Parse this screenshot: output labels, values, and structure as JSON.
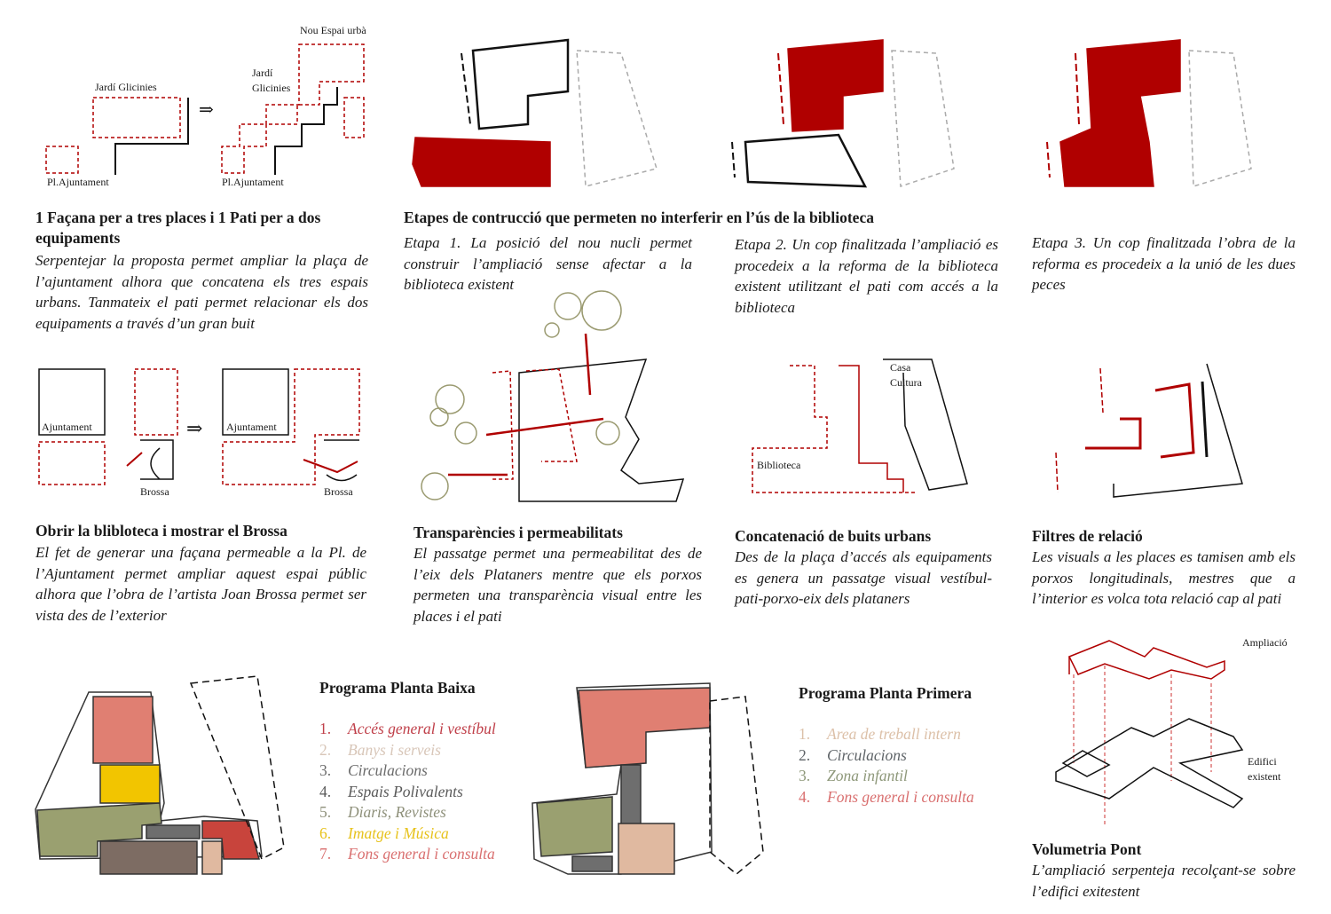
{
  "labels": {
    "nou_espai": "Nou Espai urbà",
    "jardi_a": "Jardí Glicinies",
    "jardi_b1": "Jardí",
    "jardi_b2": "Glicinies",
    "pl_ajuntament": "Pl.Ajuntament",
    "ajuntament": "Ajuntament",
    "brossa": "Brossa",
    "casa1": "Casa",
    "casa2": "Cultura",
    "biblioteca": "Biblioteca",
    "ampliacio": "Ampliació",
    "edifici1": "Edifici",
    "edifici2": "existent",
    "arrow": "⇒"
  },
  "sections": {
    "facana": {
      "title": "1 Façana per a tres places i 1 Pati per a dos equipaments",
      "body": "Serpentejar la proposta permet ampliar la plaça de l’ajuntament alhora que concatena els tres espais urbans. Tanmateix el pati permet relacionar els dos equipaments a través d’un gran buit"
    },
    "etapes": {
      "title": "Etapes de contrucció que permeten no interferir en l’ús de la biblioteca",
      "etapa1": "Etapa 1. La posició del nou nucli permet construir l’ampliació sense afectar a la biblioteca existent",
      "etapa2": "Etapa 2. Un cop finalitzada l’ampliació es procedeix a la reforma de la biblioteca existent utilitzant el pati com accés a la biblioteca",
      "etapa3": "Etapa 3. Un cop finalitzada l’obra de la reforma es procedeix a la unió de les dues peces"
    },
    "obrir": {
      "title": "Obrir la blibloteca i mostrar el Brossa",
      "body": "El fet de generar una façana permeable a la Pl. de l’Ajuntament permet ampliar aquest espai públic alhora que l’obra de l’artista Joan Brossa permet ser vista des de l’exterior"
    },
    "transparencies": {
      "title": "Transparències i permeabilitats",
      "body": "El passatge permet una permeabilitat des de l’eix dels Plataners mentre que els porxos permeten una transparència visual entre les places i el pati"
    },
    "concatenacio": {
      "title": "Concatenació de buits urbans",
      "body": "Des de la plaça d’accés als equipaments es genera un passatge visual vestíbul-pati-porxo-eix dels plataners"
    },
    "filtres": {
      "title": "Filtres de relació",
      "body": "Les visuals a les places es tamisen amb els porxos longitudinals, mestres que a l’interior es volca tota relació cap al pati"
    },
    "volumetria": {
      "title": "Volumetria Pont",
      "body": "L’ampliació serpenteja recolçant-se sobre l’edifici exitestent"
    }
  },
  "planta_baixa": {
    "title": "Programa Planta Baixa",
    "items": [
      {
        "num": "1.",
        "label": "Accés general i vestíbul",
        "color": "#c0404a"
      },
      {
        "num": "2.",
        "label": "Banys i serveis",
        "color": "#d8c6b8"
      },
      {
        "num": "3.",
        "label": "Circulacions",
        "color": "#6b6b6b"
      },
      {
        "num": "4.",
        "label": "Espais Polivalents",
        "color": "#5a5a5a"
      },
      {
        "num": "5.",
        "label": "Diaris, Revistes",
        "color": "#8e907a"
      },
      {
        "num": "6.",
        "label": "Imatge i Música",
        "color": "#e7c21a"
      },
      {
        "num": "7.",
        "label": "Fons general i consulta",
        "color": "#d96f6f"
      }
    ]
  },
  "planta_primera": {
    "title": "Programa Planta Primera",
    "items": [
      {
        "num": "1.",
        "label": "Area de treball intern",
        "color": "#dcc0a8"
      },
      {
        "num": "2.",
        "label": "Circulacions",
        "color": "#5f6468"
      },
      {
        "num": "3.",
        "label": "Zona infantil",
        "color": "#8e987a"
      },
      {
        "num": "4.",
        "label": "Fons general i consulta",
        "color": "#d96f6f"
      }
    ]
  },
  "colors": {
    "red": "#b00000",
    "olive": "#9aa070",
    "pink": "#e07f72",
    "yellow": "#f2c500",
    "tan": "#e0b9a0",
    "gray": "#6e6e6e",
    "brown": "#7d6c63"
  }
}
